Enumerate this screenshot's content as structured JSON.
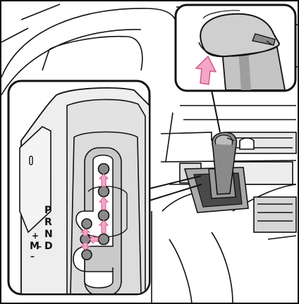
{
  "illustration": {
    "gate_labels": {
      "p": "P",
      "r": "R",
      "n": "N",
      "d": "D",
      "m": "M",
      "plus": "+",
      "minus": "–"
    },
    "colors": {
      "line": "#111111",
      "fill_light": "#e4e4e4",
      "fill_mid": "#c9c9c9",
      "fill_dark": "#8a8a8a",
      "knob_dark": "#5e5e5e",
      "arrow_pink": "#f4a6c6",
      "arrow_pink_stroke": "#cf5c8c"
    }
  }
}
